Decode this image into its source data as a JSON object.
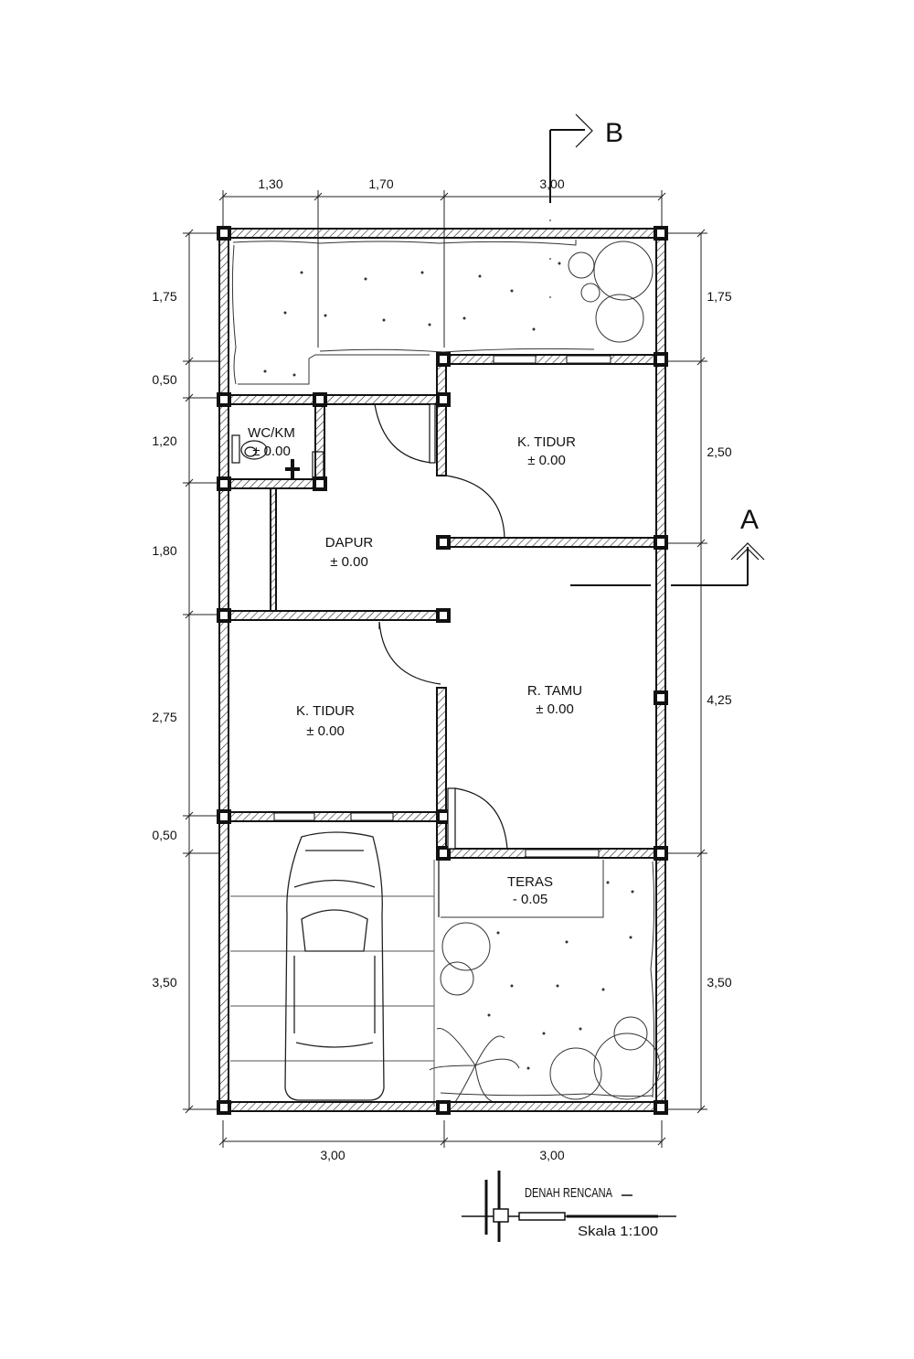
{
  "section_markers": {
    "a": "A",
    "b": "B"
  },
  "dims": {
    "top": [
      "1,30",
      "1,70",
      "3,00"
    ],
    "bottom": [
      "3,00",
      "3,00"
    ],
    "left": [
      "1,75",
      "0,50",
      "1,20",
      "1,80",
      "2,75",
      "0,50",
      "3,50"
    ],
    "right": [
      "1,75",
      "2,50",
      "4,25",
      "3,50"
    ]
  },
  "rooms": {
    "wc": {
      "name": "WC/KM",
      "level": "± 0.00"
    },
    "kitchen": {
      "name": "DAPUR",
      "level": "± 0.00"
    },
    "bedroom_1": {
      "name": "K. TIDUR",
      "level": "± 0.00"
    },
    "bedroom_2": {
      "name": "K. TIDUR",
      "level": "± 0.00"
    },
    "living": {
      "name": "R. TAMU",
      "level": "± 0.00"
    },
    "terrace": {
      "name": "TERAS",
      "level": "- 0.05"
    }
  },
  "title": {
    "name": "DENAH RENCANA",
    "scale": "Skala 1:100"
  },
  "icons": [
    "north-arrow-icon",
    "car-icon",
    "toilet-icon",
    "tree-icon",
    "palm-icon"
  ]
}
